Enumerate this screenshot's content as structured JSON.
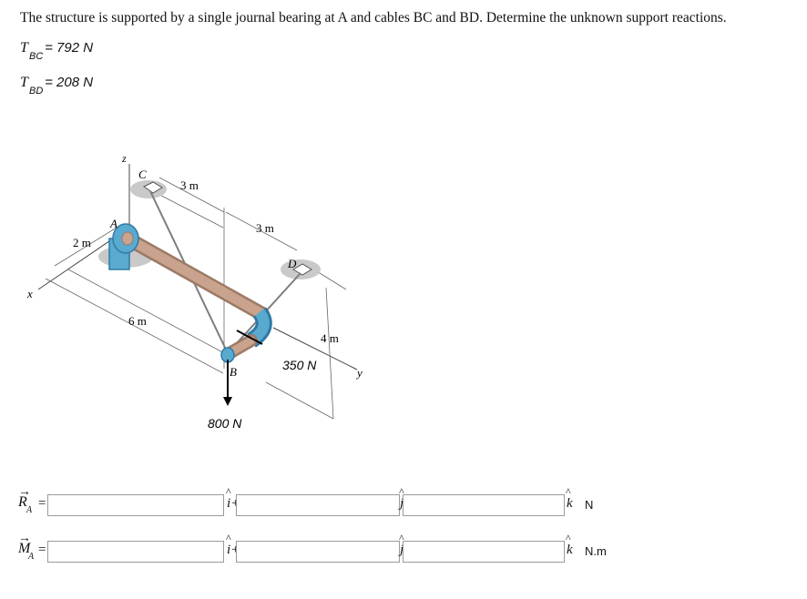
{
  "question": {
    "text": "The structure is supported by a single journal bearing at A and cables BC and BD. Determine the unknown support reactions."
  },
  "given": [
    {
      "symbol": "T",
      "subscript": "BC",
      "value": "= 792 N"
    },
    {
      "symbol": "T",
      "subscript": "BD",
      "value": "= 208 N"
    }
  ],
  "figure": {
    "labels": {
      "z": "z",
      "x": "x",
      "y": "y",
      "A": "A",
      "B": "B",
      "C": "C",
      "D": "D",
      "dim_3m_top": "3 m",
      "dim_3m_right": "3 m",
      "dim_2m": "2 m",
      "dim_6m": "6 m",
      "dim_4m": "4 m",
      "force_350": "350 N",
      "force_800": "800 N"
    },
    "colors": {
      "pipe": "#c9a38e",
      "pipe_dark": "#9c7a66",
      "bearing": "#5aa9cf",
      "bearing_dark": "#2f7aa6",
      "shadow": "#c9c9c9",
      "cable": "#7d7d7d"
    }
  },
  "answers": [
    {
      "symbol": "R",
      "subscript": "A",
      "equals": "=",
      "i_value": "",
      "j_value": "",
      "k_value": "",
      "i": "i",
      "j": "j",
      "k": "k",
      "plus": "+",
      "unit": "N"
    },
    {
      "symbol": "M",
      "subscript": "A",
      "equals": "=",
      "i_value": "",
      "j_value": "",
      "k_value": "",
      "i": "i",
      "j": "j",
      "k": "k",
      "plus": "+",
      "unit": "N.m"
    }
  ]
}
